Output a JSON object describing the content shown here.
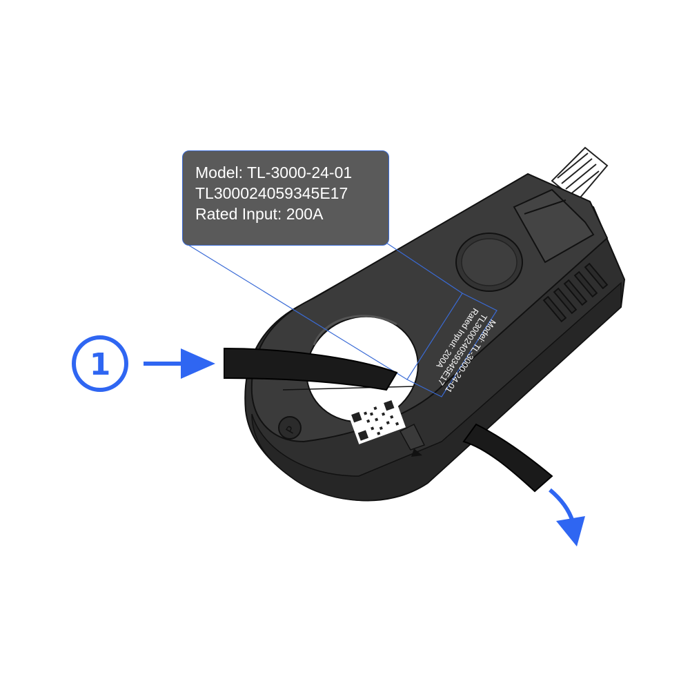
{
  "callout": {
    "model_line": "Model: TL-3000-24-01",
    "serial_line": "TL300024059345E17",
    "rated_line": "Rated Input: 200A"
  },
  "device_label": {
    "model_line": "Model: TL-3000-24-01",
    "serial_line": "TL300024059345E17",
    "rated_line": "Rated Input: 200A"
  },
  "step": {
    "number": "1"
  },
  "colors": {
    "accent": "#2f66f2",
    "device_body": "#3b3b3b",
    "callout_background": "#5a5a5a",
    "cable": "#1a1a1a"
  },
  "icons": {
    "direction_in": "arrow-right-icon",
    "direction_out": "arrow-down-right-icon",
    "step_badge": "circled-number-icon"
  }
}
